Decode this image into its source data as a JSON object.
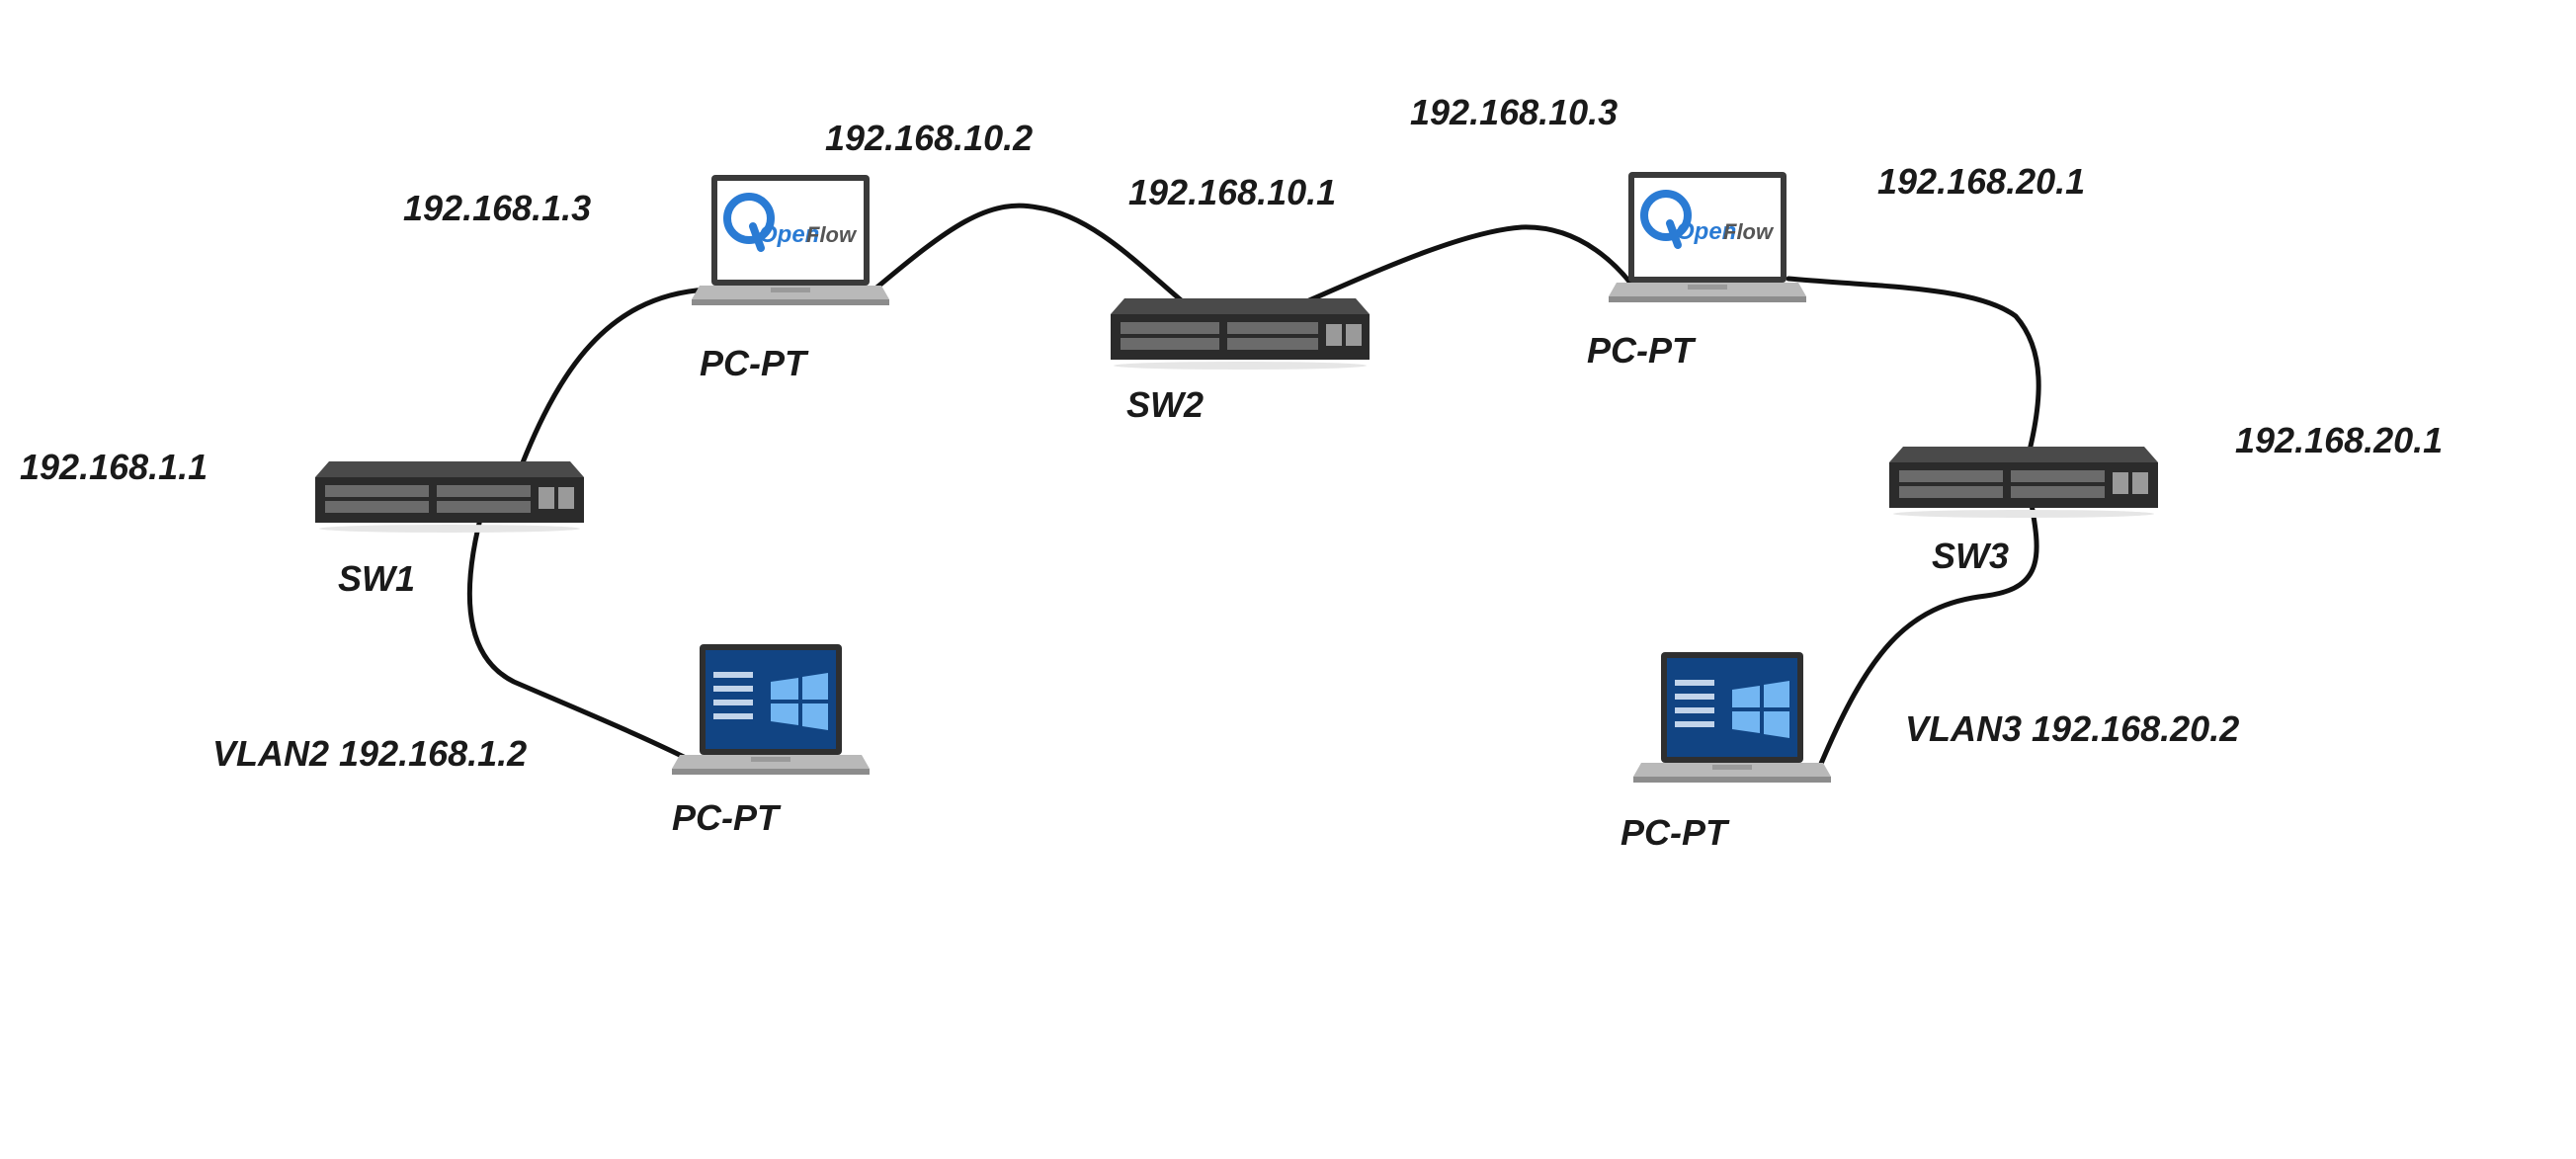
{
  "colors": {
    "cable": "#111111",
    "switch_body": "#2b2b2b",
    "laptop_silver": "#b9b9b9",
    "win_blue": "#1e6fd1",
    "openflow_blue": "#2a7bd4"
  },
  "icons": {
    "switch": "network-switch-icon",
    "laptop_openflow": "laptop-openflow-icon",
    "laptop_windows": "laptop-windows-icon"
  },
  "labels": {
    "ip_sw1": "192.168.1.1",
    "ip_pc_of1_a": "192.168.1.3",
    "ip_pc_of1_b": "192.168.10.2",
    "pc_of1": "PC-PT",
    "ip_sw2": "192.168.10.1",
    "sw2": "SW2",
    "ip_pc_of2_a": "192.168.10.3",
    "ip_pc_of2_b": "192.168.20.1",
    "pc_of2": "PC-PT",
    "ip_sw3": "192.168.20.1",
    "sw3": "SW3",
    "sw1": "SW1",
    "vlan2": "VLAN2  192.168.1.2",
    "pc_win1": "PC-PT",
    "vlan3": "VLAN3 192.168.20.2",
    "pc_win2": "PC-PT",
    "openflow_open": "Open",
    "openflow_flow": "Flow"
  }
}
